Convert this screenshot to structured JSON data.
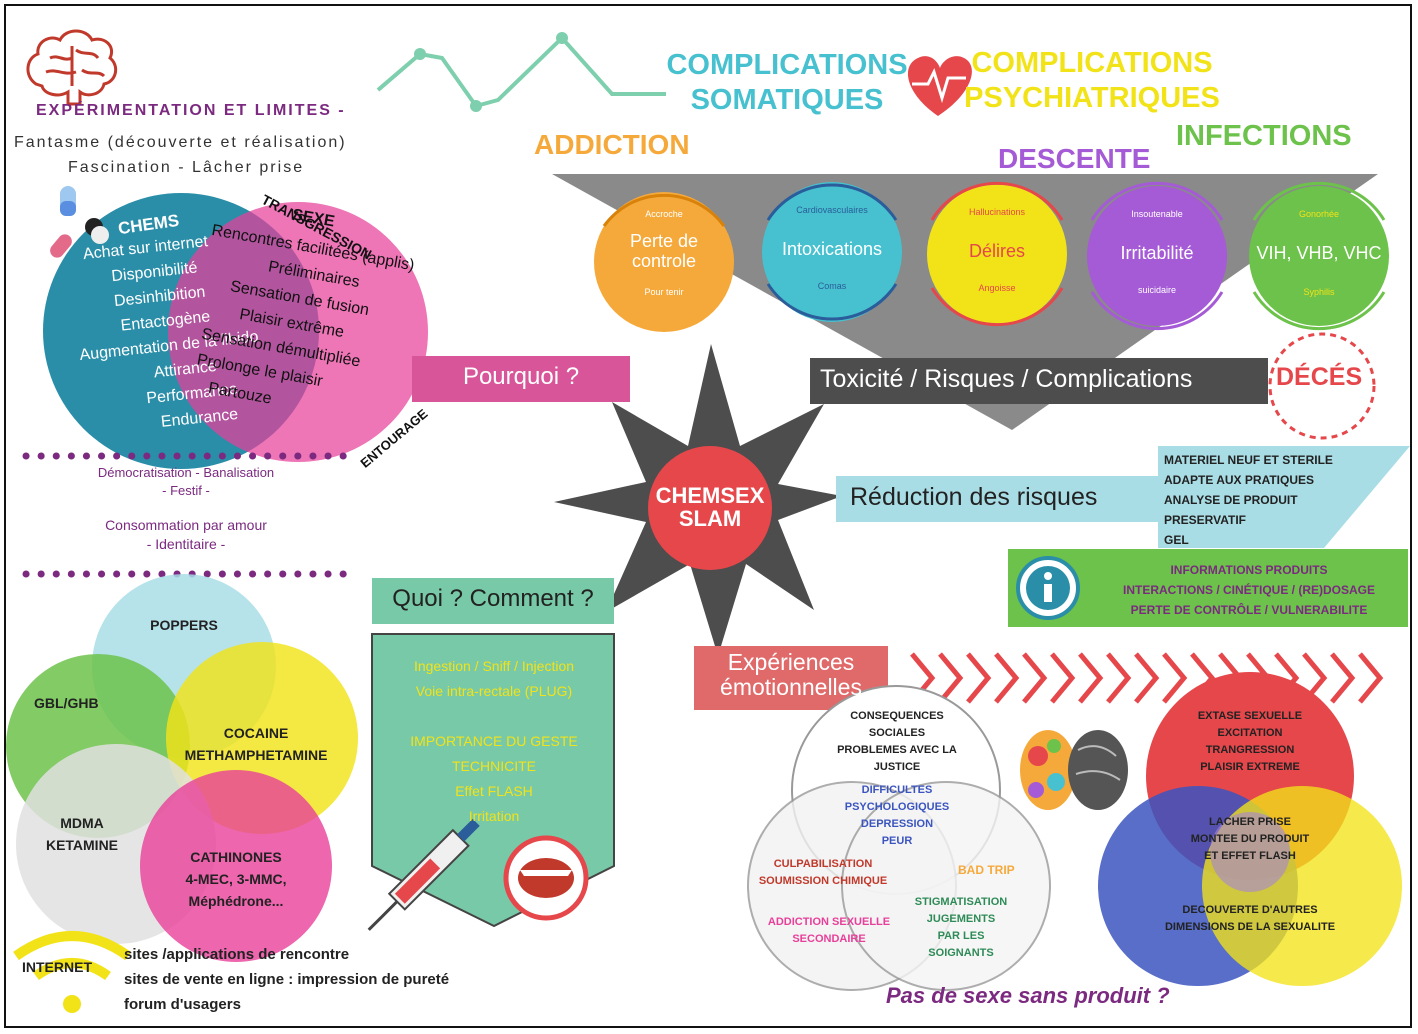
{
  "header": {
    "complications_somatiques": [
      "COMPLICATIONS",
      "SOMATIQUES"
    ],
    "complications_psychiatriques": [
      "COMPLICATIONS",
      "PSYCHIATRIQUES"
    ],
    "addiction": "ADDICTION",
    "descente": "DESCENTE",
    "infections": "INFECTIONS"
  },
  "experimentation": {
    "title": "EXPÉRIMENTATION ET LIMITES -",
    "line1": "Fantasme (découverte et réalisation)",
    "line2": "Fascination -  Lâcher  prise",
    "transgression": "TRANSGRESSION",
    "entourage": "ENTOURAGE"
  },
  "chems_circle": {
    "title": "CHEMS",
    "items": [
      "Achat sur internet",
      "Disponibilité",
      "Desinhibition",
      "Entactogène",
      "Augmentation de la libido",
      "Attirance",
      "Performance",
      "Endurance"
    ]
  },
  "sexe_circle": {
    "title": "SEXE",
    "items": [
      "Rencontres facilitées (applis)",
      "Préliminaires",
      "Sensation de fusion",
      "Plaisir extrême",
      "Sensation démultipliée",
      "Prolonge le plaisir",
      "Partouze"
    ]
  },
  "social": {
    "line1": "Démocratisation - Banalisation",
    "line2": "- Festif -",
    "line3": "Consommation par amour",
    "line4": "- Identitaire -"
  },
  "complications": {
    "circles": [
      {
        "top": "Accroche",
        "main": "Perte de controle",
        "bottom": "Pour tenir",
        "color": "#f6a93b"
      },
      {
        "top": "Cardiovasculaires",
        "main": "Intoxications",
        "bottom": "Comas",
        "color": "#47c1cf"
      },
      {
        "top": "Hallucinations",
        "main": "Délires",
        "bottom": "Angoisse",
        "color": "#f2e318"
      },
      {
        "top": "Insoutenable",
        "main": "Irritabilité",
        "bottom": "suicidaire",
        "color": "#a55ad6"
      },
      {
        "top": "Gonorhée",
        "main": "VIH, VHB, VHC",
        "bottom": "Syphilis",
        "color": "#6cc24a"
      }
    ],
    "banner": "Toxicité / Risques / Complications",
    "deces": "DÉCÉS"
  },
  "center": {
    "pourquoi": "Pourquoi ?",
    "chemsex_line1": "CHEMSEX",
    "chemsex_line2": "SLAM",
    "quoi": "Quoi ? Comment ?",
    "experiences_line1": "Expériences",
    "experiences_line2": "émotionnelles"
  },
  "reduction": {
    "title": "Réduction des risques",
    "items": [
      "MATERIEL NEUF ET STERILE",
      "ADAPTE AUX PRATIQUES",
      "ANALYSE DE PRODUIT",
      "PRESERVATIF",
      "GEL"
    ],
    "info_items": [
      "INFORMATIONS PRODUITS",
      "INTERACTIONS / CINÉTIQUE / (RE)DOSAGE",
      "PERTE DE CONTRÔLE /  VULNERABILITE"
    ]
  },
  "comment_panel": {
    "items": [
      "Ingestion / Sniff / Injection",
      "Voie intra-rectale (PLUG)",
      "",
      "IMPORTANCE DU GESTE",
      "TECHNICITE",
      "Effet FLASH",
      "Irritation"
    ]
  },
  "drugs": {
    "poppers": "POPPERS",
    "gbl": "GBL/GHB",
    "cocaine": [
      "COCAINE",
      "METHAMPHETAMINE"
    ],
    "mdma": [
      "MDMA",
      "KETAMINE"
    ],
    "cathinones": [
      "CATHINONES",
      "4-MEC, 3-MMC,",
      "Méphédrone..."
    ]
  },
  "internet": {
    "label": "INTERNET",
    "items": [
      "sites /applications de rencontre",
      "sites de vente en ligne : impression de pureté",
      "forum d'usagers"
    ]
  },
  "consequences": {
    "top": [
      "CONSEQUENCES",
      "SOCIALES",
      "PROBLEMES AVEC LA",
      "JUSTICE"
    ],
    "psy": [
      "DIFFICULTES",
      "PSYCHOLOGIQUES",
      "DEPRESSION",
      "PEUR"
    ],
    "culp": [
      "CULPABILISATION",
      "SOUMISSION CHIMIQUE"
    ],
    "badtrip": "BAD TRIP",
    "addiction": [
      "ADDICTION SEXUELLE",
      "SECONDAIRE"
    ],
    "stigma": [
      "STIGMATISATION",
      "JUGEMENTS",
      "PAR LES",
      "SOIGNANTS"
    ]
  },
  "sexuality": {
    "top": [
      "EXTASE SEXUELLE",
      "EXCITATION",
      "TRANGRESSION",
      "PLAISIR EXTREME"
    ],
    "middle": [
      "LACHER PRISE",
      "MONTEE DU PRODUIT",
      "ET EFFET FLASH"
    ],
    "bottom": [
      "DECOUVERTE D'AUTRES",
      "DIMENSIONS DE LA SEXUALITE"
    ],
    "question": "Pas de sexe sans produit ?"
  },
  "colors": {
    "teal": "#47c1cf",
    "yellow": "#f2e318",
    "orange": "#f6a93b",
    "purple": "#a55ad6",
    "green": "#6cc24a",
    "pink": "#e8409a",
    "red": "#e5474b",
    "grey": "#4d4d4d",
    "rose_box": "#d8559a",
    "dark_purple": "#7b2a80"
  }
}
